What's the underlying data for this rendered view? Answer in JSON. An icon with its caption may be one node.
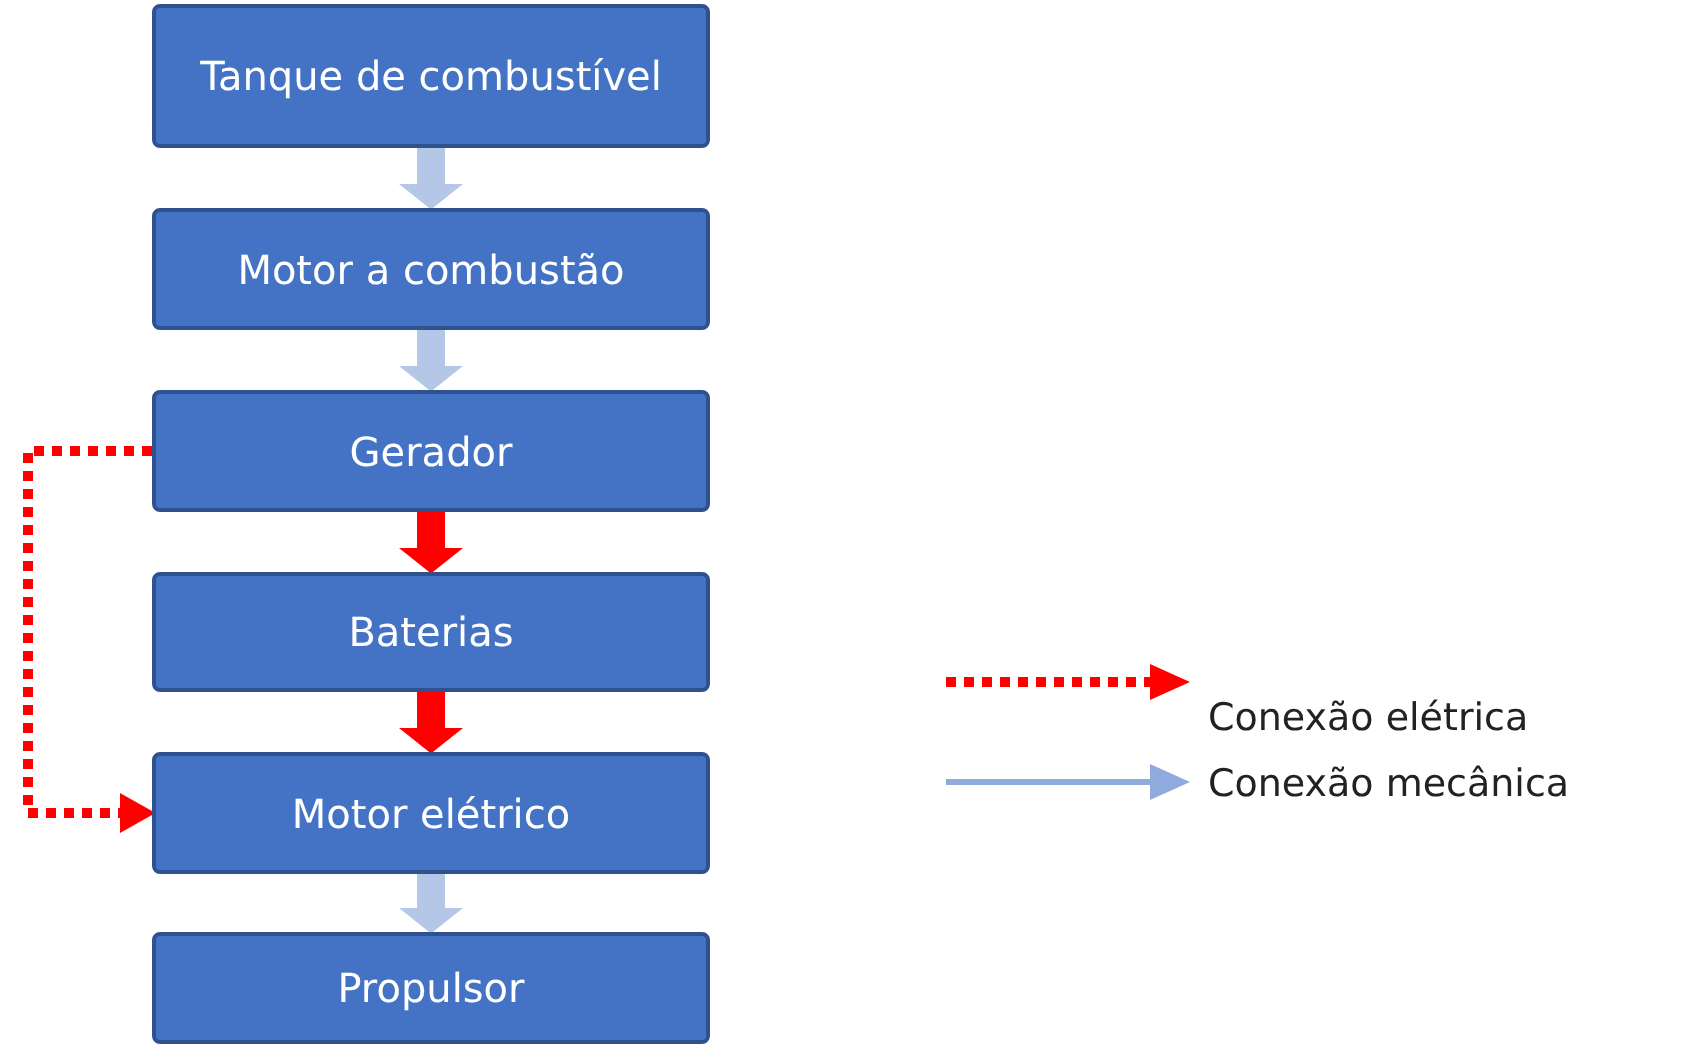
{
  "diagram": {
    "nodes": [
      {
        "text": [
          "Tanque de combustível"
        ]
      },
      {
        "text": [
          "Motor a combustão"
        ]
      },
      {
        "text": [
          "Gerador"
        ]
      },
      {
        "text": [
          "Baterias"
        ]
      },
      {
        "text": [
          "Motor elétrico"
        ]
      },
      {
        "text": [
          "Propulsor"
        ]
      }
    ],
    "edges": [
      {
        "from": 0,
        "to": 1,
        "arrow": "to"
      },
      {
        "from": 1,
        "to": 2,
        "arrow": "to"
      },
      {
        "from": 2,
        "to": 3,
        "arrow": "to",
        "color": "#ff0000"
      },
      {
        "from": 3,
        "to": 4,
        "arrow": "to",
        "color": "#ff0000"
      },
      {
        "from": 4,
        "to": 5,
        "arrow": "to"
      },
      {
        "from": 2,
        "to": 4,
        "arrow": "to",
        "style": "dashed",
        "color": "#ff0000"
      }
    ],
    "legend": [
      {
        "text": "Conexão elétrica"
      },
      {
        "text": "Conexão mecânica"
      }
    ]
  }
}
